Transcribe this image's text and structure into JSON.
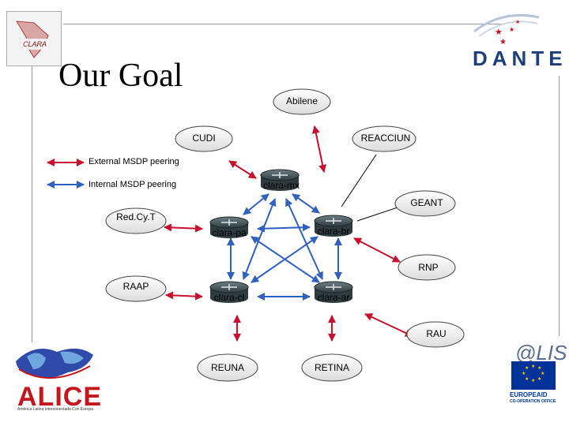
{
  "slide": {
    "title": "Our Goal"
  },
  "logos": {
    "redclara": "Red CLARA",
    "dante": "DANTE",
    "alice": "ALICE",
    "alice_tagline": "América Latina Interconectada Con Europa",
    "alis": "@LIS",
    "europeaid": "EUROPEAID",
    "europeaid_sub": "CO-OPERATION OFFICE"
  },
  "legend": {
    "external": "External MSDP peering",
    "internal": "Internal MSDP peering",
    "external_color": "#c8102e",
    "internal_color": "#3060c0"
  },
  "clouds": {
    "abilene": "Abilene",
    "cudi": "CUDI",
    "reacciun": "REACCIUN",
    "geant": "GEANT",
    "redcyt": "Red.Cy.T",
    "rnp": "RNP",
    "raap": "RAAP",
    "rau": "RAU",
    "reuna": "REUNA",
    "retina": "RETINA"
  },
  "routers": {
    "mx": "clara-mx",
    "pa": "clara-pa",
    "br": "clara-br",
    "cl": "clara-cl",
    "ar": "clara-ar"
  }
}
